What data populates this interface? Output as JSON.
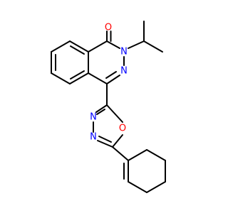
{
  "molecule": {
    "atoms": {
      "carbonyl_oxygen": "O",
      "ring_n2": "N",
      "ring_n3": "N",
      "oxadiazole_n3": "N",
      "oxadiazole_n4": "N",
      "oxadiazole_o1": "O"
    }
  },
  "colors": {
    "bond": "#000000",
    "oxygen": "#ff0000",
    "nitrogen": "#0000ff"
  }
}
